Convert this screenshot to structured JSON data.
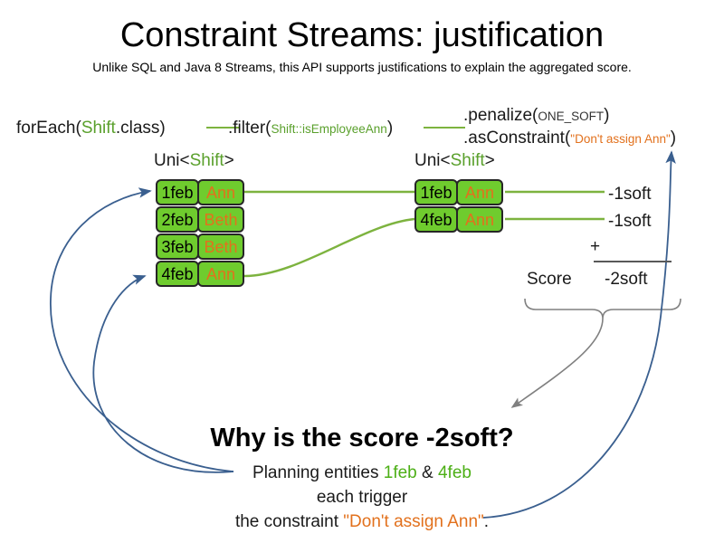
{
  "slide": {
    "title": "Constraint Streams: justification",
    "subtitle": "Unlike SQL and Java 8 Streams, this API supports justifications to explain the aggregated score."
  },
  "pipeline": {
    "for_each": {
      "method": "forEach(",
      "type": "Shift",
      "tail": ".class)"
    },
    "filter": {
      "method": ".filter(",
      "arg": "Shift::isEmployeeAnn",
      "tail": ")"
    },
    "penalize": {
      "method": ".penalize(",
      "arg": "ONE_SOFT",
      "tail": ")"
    },
    "as_constraint": {
      "method": ".asConstraint(",
      "arg": "\"Don't assign Ann\"",
      "tail": ")"
    }
  },
  "streams": {
    "left": {
      "label_prefix": "Uni<",
      "label_type": "Shift",
      "label_suffix": ">",
      "rows": [
        {
          "date": "1feb",
          "employee": "Ann"
        },
        {
          "date": "2feb",
          "employee": "Beth"
        },
        {
          "date": "3feb",
          "employee": "Beth"
        },
        {
          "date": "4feb",
          "employee": "Ann"
        }
      ]
    },
    "right": {
      "label_prefix": "Uni<",
      "label_type": "Shift",
      "label_suffix": ">",
      "rows": [
        {
          "date": "1feb",
          "employee": "Ann"
        },
        {
          "date": "4feb",
          "employee": "Ann"
        }
      ]
    }
  },
  "score": {
    "impacts": [
      "-1soft",
      "-1soft"
    ],
    "operator": "+",
    "label": "Score",
    "total": "-2soft"
  },
  "explanation": {
    "heading": "Why is the score -2soft?",
    "line1_prefix": "Planning entities ",
    "line1_entity_a": "1feb",
    "line1_amp": " & ",
    "line1_entity_b": "4feb",
    "line2": "each trigger",
    "line3_prefix": "the constraint ",
    "line3_constraint": "\"Don't assign Ann\"",
    "line3_suffix": "."
  },
  "colors": {
    "green_fill": "#6FCC2E",
    "green_line": "#7DB33F",
    "green_text": "#5AA02C",
    "orange_text": "#E2711D",
    "blue_arrow": "#3A5F8F",
    "gray_arrow": "#808080"
  }
}
